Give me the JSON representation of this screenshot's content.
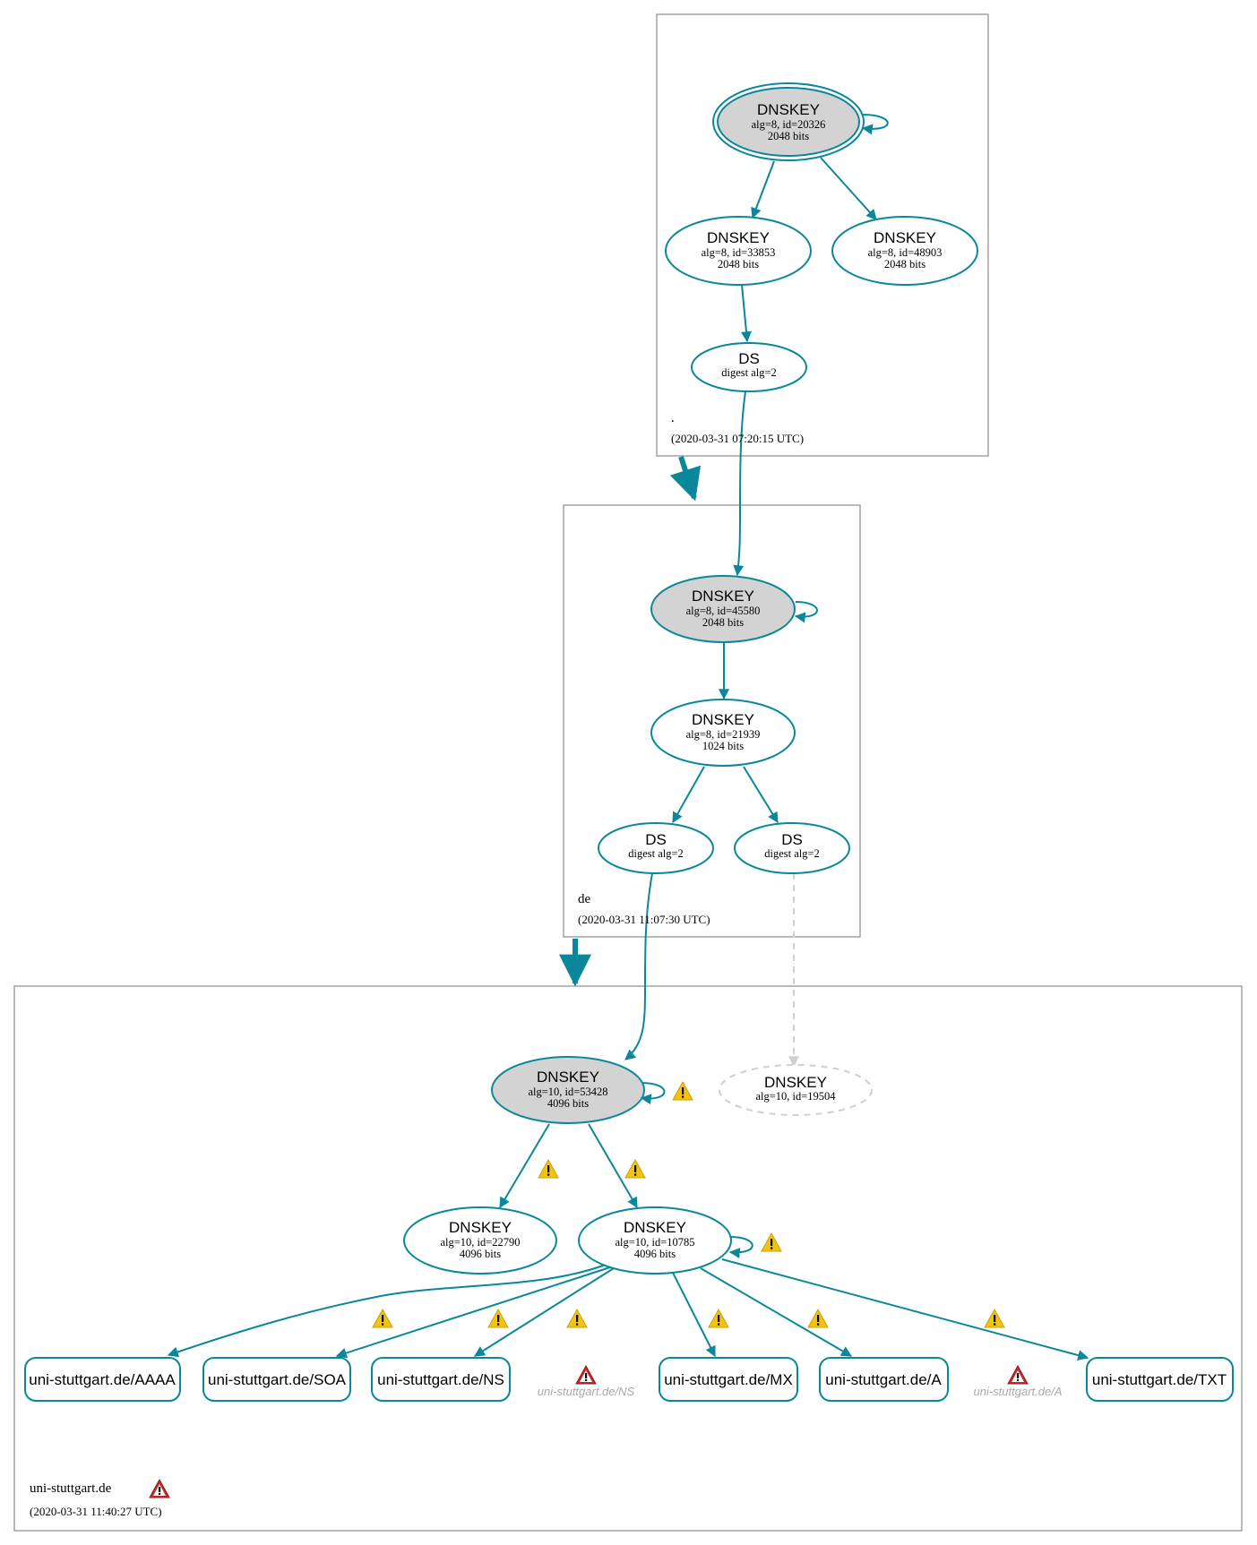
{
  "zones": {
    "root": {
      "name": ".",
      "time": "(2020-03-31 07:20:15 UTC)"
    },
    "de": {
      "name": "de",
      "time": "(2020-03-31 11:07:30 UTC)"
    },
    "uni": {
      "name": "uni-stuttgart.de",
      "time": "(2020-03-31 11:40:27 UTC)"
    }
  },
  "nodes": {
    "root_ksk": {
      "title": "DNSKEY",
      "line1": "alg=8, id=20326",
      "line2": "2048 bits"
    },
    "root_zsk1": {
      "title": "DNSKEY",
      "line1": "alg=8, id=33853",
      "line2": "2048 bits"
    },
    "root_zsk2": {
      "title": "DNSKEY",
      "line1": "alg=8, id=48903",
      "line2": "2048 bits"
    },
    "root_ds": {
      "title": "DS",
      "line1": "digest alg=2"
    },
    "de_ksk": {
      "title": "DNSKEY",
      "line1": "alg=8, id=45580",
      "line2": "2048 bits"
    },
    "de_zsk": {
      "title": "DNSKEY",
      "line1": "alg=8, id=21939",
      "line2": "1024 bits"
    },
    "de_ds1": {
      "title": "DS",
      "line1": "digest alg=2"
    },
    "de_ds2": {
      "title": "DS",
      "line1": "digest alg=2"
    },
    "uni_ksk": {
      "title": "DNSKEY",
      "line1": "alg=10, id=53428",
      "line2": "4096 bits"
    },
    "uni_missing": {
      "title": "DNSKEY",
      "line1": "alg=10, id=19504"
    },
    "uni_k1": {
      "title": "DNSKEY",
      "line1": "alg=10, id=22790",
      "line2": "4096 bits"
    },
    "uni_k2": {
      "title": "DNSKEY",
      "line1": "alg=10, id=10785",
      "line2": "4096 bits"
    }
  },
  "records": {
    "aaaa": "uni-stuttgart.de/AAAA",
    "soa": "uni-stuttgart.de/SOA",
    "ns": "uni-stuttgart.de/NS",
    "mx": "uni-stuttgart.de/MX",
    "a": "uni-stuttgart.de/A",
    "txt": "uni-stuttgart.de/TXT",
    "ns_error": "uni-stuttgart.de/NS",
    "a_error": "uni-stuttgart.de/A"
  },
  "colors": {
    "edge": "#0a879a",
    "sep_fill": "#d3d3d3",
    "warning": "#f2c40f",
    "error": "#c62828",
    "missing": "#cfcfcf"
  },
  "icons": {
    "warning": "warning-triangle-icon",
    "error": "error-triangle-icon"
  }
}
